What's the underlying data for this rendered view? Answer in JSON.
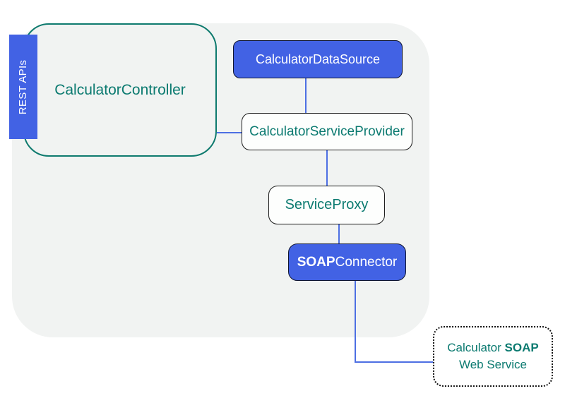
{
  "diagram": {
    "colors": {
      "boundary_background": "#f1f3f2",
      "accent_blue": "#4262e4",
      "teal": "#0b7a70",
      "connector_blue": "#4d6fe3"
    },
    "rest_tag": {
      "label": "REST APIs"
    },
    "nodes": {
      "controller": {
        "label": "CalculatorController"
      },
      "datasource": {
        "label": "CalculatorDataSource"
      },
      "service_provider": {
        "label": "CalculatorServiceProvider"
      },
      "service_proxy": {
        "label": "ServiceProxy"
      },
      "soap_connector": {
        "label_bold": "SOAP",
        "label_rest": "Connector"
      },
      "soap_web_service": {
        "line1_regular": "Calculator ",
        "line1_bold": "SOAP",
        "line2": "Web Service"
      }
    }
  }
}
